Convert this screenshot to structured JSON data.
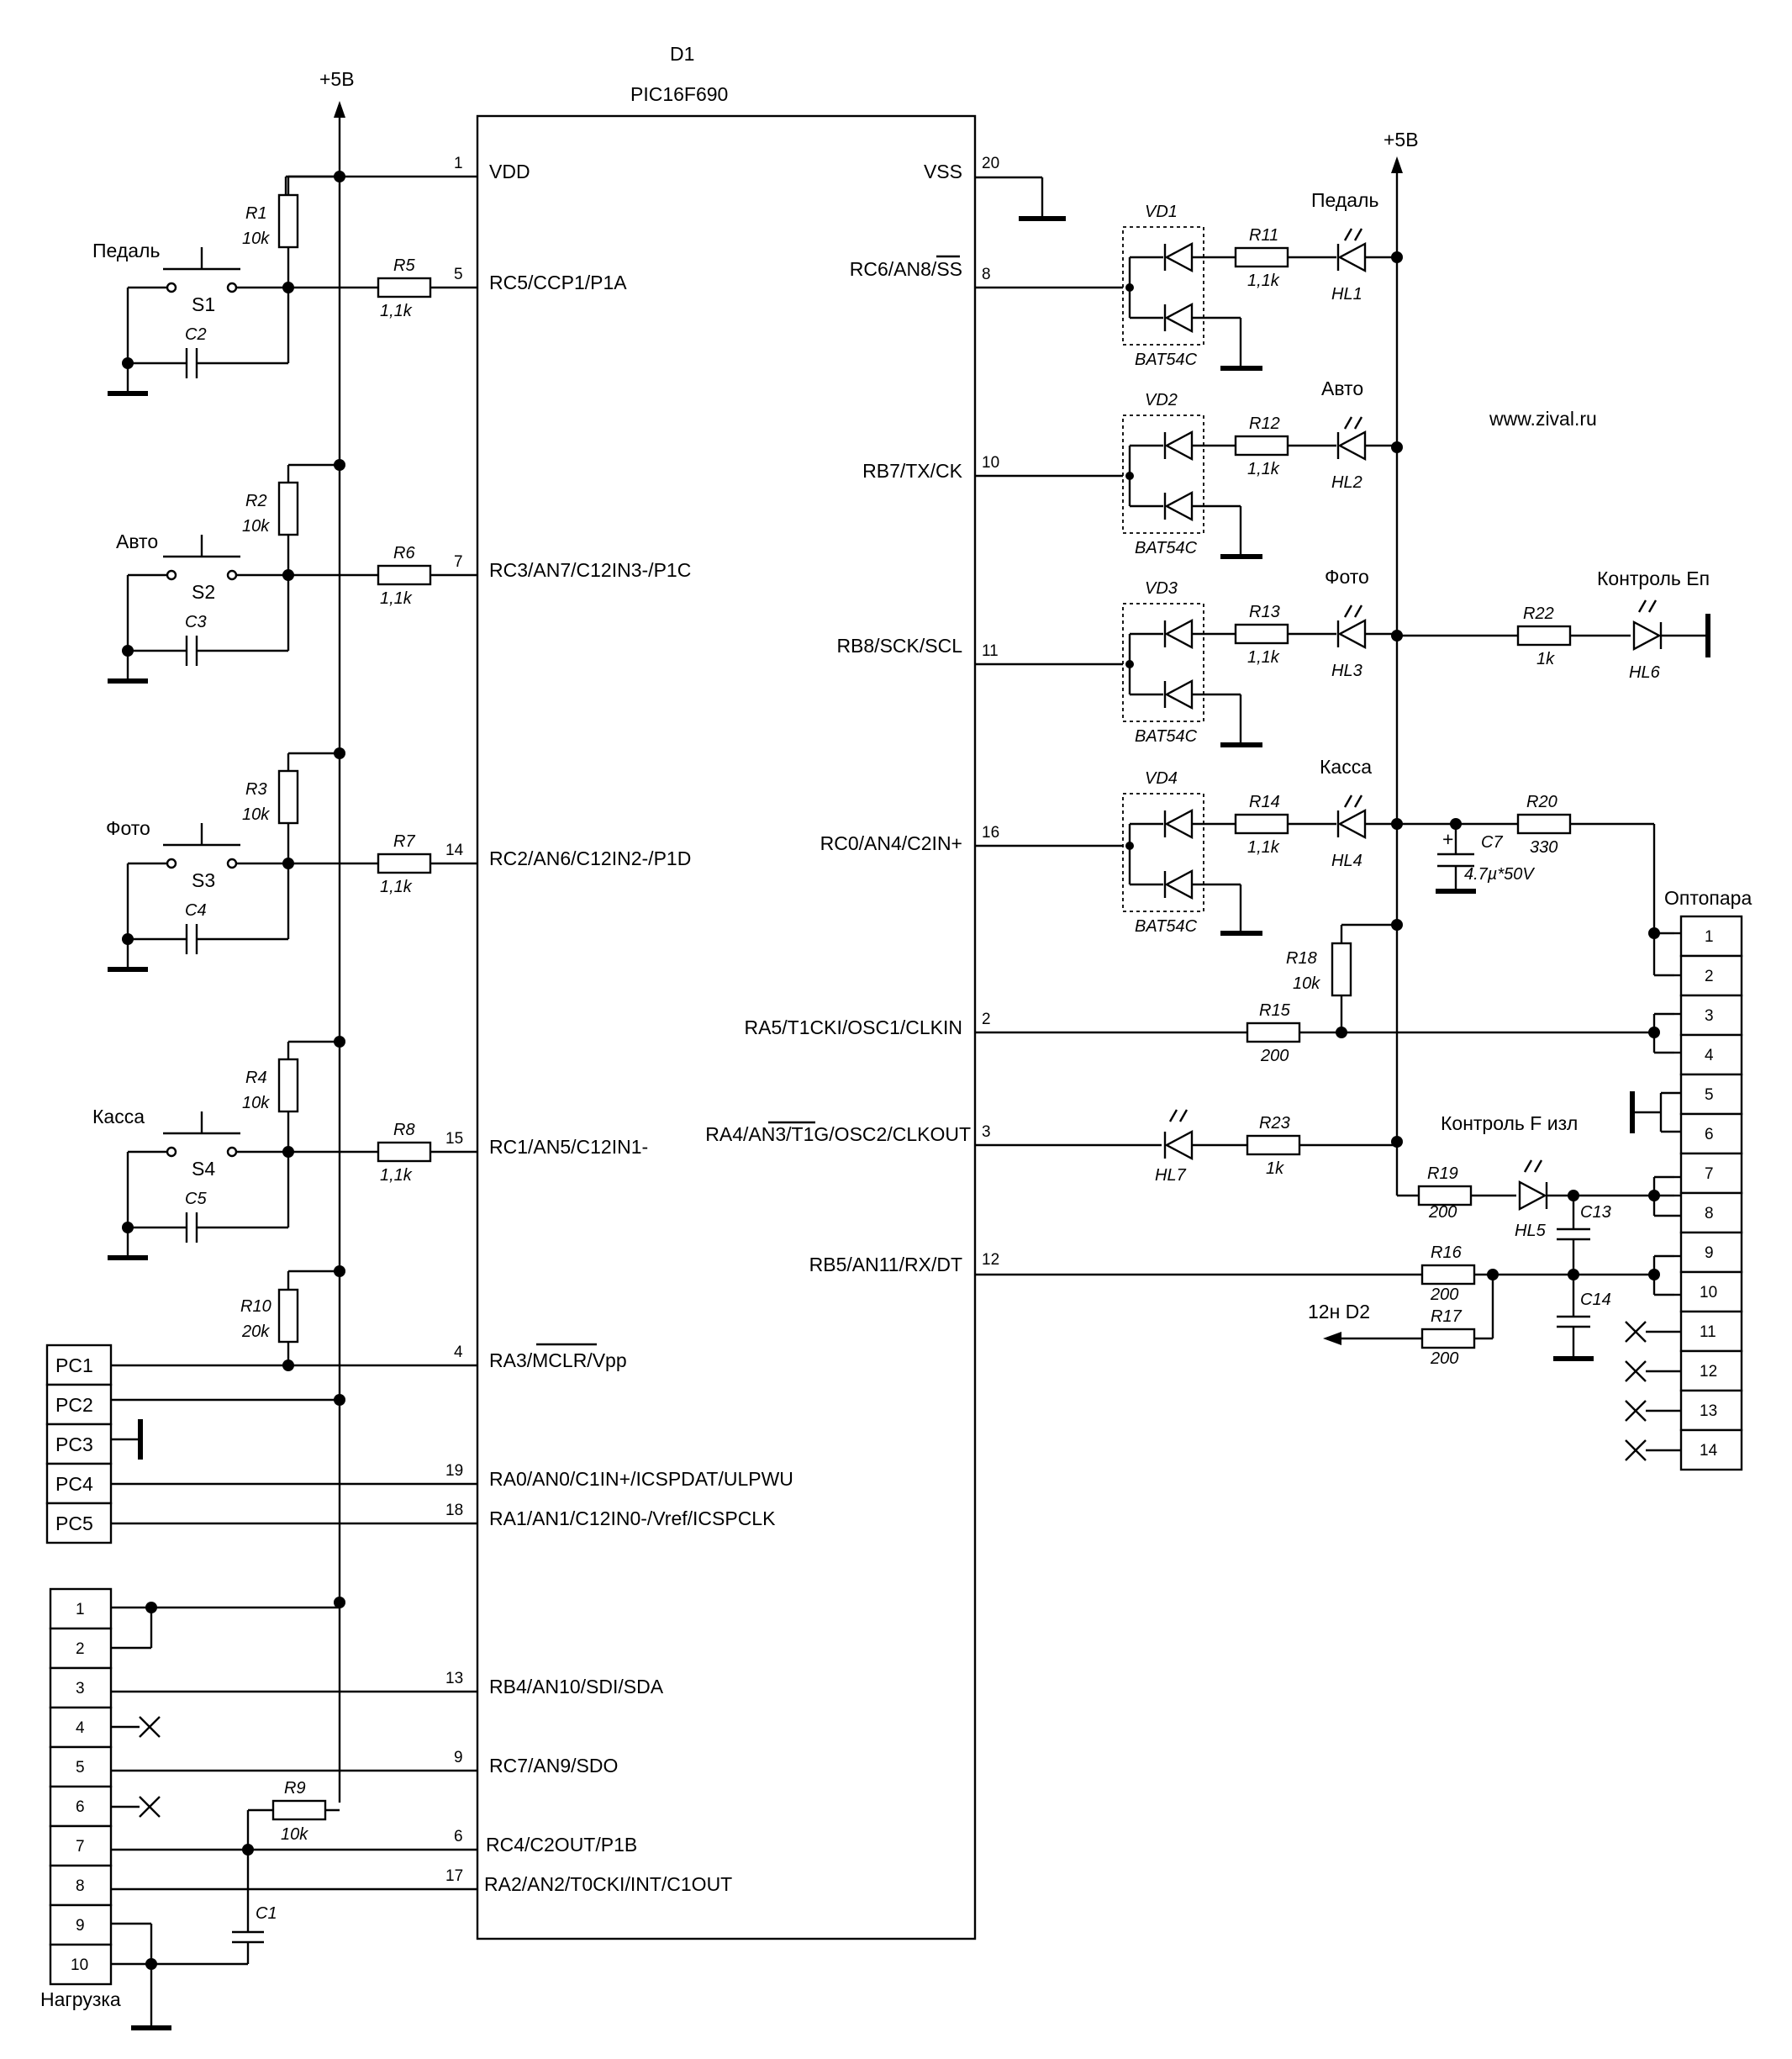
{
  "chip": {
    "ref": "D1",
    "part": "PIC16F690"
  },
  "left_pins": [
    {
      "num": "1",
      "label": "VDD"
    },
    {
      "num": "5",
      "label": "RC5/CCP1/P1A"
    },
    {
      "num": "7",
      "label": "RC3/AN7/C12IN3-/P1C"
    },
    {
      "num": "14",
      "label": "RC2/AN6/C12IN2-/P1D"
    },
    {
      "num": "15",
      "label": "RC1/AN5/C12IN1-"
    },
    {
      "num": "4",
      "label": "RA3/MCLR/Vpp"
    },
    {
      "num": "19",
      "label": "RA0/AN0/C1IN+/ICSPDAT/ULPWU"
    },
    {
      "num": "18",
      "label": "RA1/AN1/C12IN0-/Vref/ICSPCLK"
    },
    {
      "num": "13",
      "label": "RB4/AN10/SDI/SDA"
    },
    {
      "num": "9",
      "label": "RC7/AN9/SDO"
    },
    {
      "num": "6",
      "label": "RC4/C2OUT/P1B"
    },
    {
      "num": "17",
      "label": "RA2/AN2/T0CKI/INT/C1OUT"
    }
  ],
  "right_pins": [
    {
      "num": "20",
      "label": "VSS"
    },
    {
      "num": "8",
      "label": "RC6/AN8/SS"
    },
    {
      "num": "10",
      "label": "RB7/TX/CK"
    },
    {
      "num": "11",
      "label": "RB8/SCK/SCL"
    },
    {
      "num": "16",
      "label": "RC0/AN4/C2IN+"
    },
    {
      "num": "2",
      "label": "RA5/T1CKI/OSC1/CLKIN"
    },
    {
      "num": "3",
      "label": "RA4/AN3/T1G/OSC2/CLKOUT"
    },
    {
      "num": "12",
      "label": "RB5/AN11/RX/DT"
    }
  ],
  "supply": {
    "plus5_left": "+5В",
    "plus5_right": "+5В"
  },
  "buttons": [
    {
      "name": "Педаль",
      "switch": "S1",
      "cap": "C2",
      "pullup": "R1",
      "pullup_val": "10k",
      "series": "R5",
      "series_val": "1,1k"
    },
    {
      "name": "Авто",
      "switch": "S2",
      "cap": "C3",
      "pullup": "R2",
      "pullup_val": "10k",
      "series": "R6",
      "series_val": "1,1k"
    },
    {
      "name": "Фото",
      "switch": "S3",
      "cap": "C4",
      "pullup": "R3",
      "pullup_val": "10k",
      "series": "R7",
      "series_val": "1,1k"
    },
    {
      "name": "Касса",
      "switch": "S4",
      "cap": "C5",
      "pullup": "R4",
      "pullup_val": "10k",
      "series": "R8",
      "series_val": "1,1k"
    }
  ],
  "r10": {
    "ref": "R10",
    "val": "20k"
  },
  "r9": {
    "ref": "R9",
    "val": "10k"
  },
  "c1": {
    "ref": "C1"
  },
  "pc_connector": [
    "PC1",
    "PC2",
    "PC3",
    "PC4",
    "PC5"
  ],
  "load_connector": {
    "title": "Нагрузка",
    "pins": [
      "1",
      "2",
      "3",
      "4",
      "5",
      "6",
      "7",
      "8",
      "9",
      "10"
    ]
  },
  "indicators": [
    {
      "vd": "VD1",
      "diode": "BAT54C",
      "r": "R11",
      "r_val": "1,1k",
      "led": "HL1",
      "label": "Педаль"
    },
    {
      "vd": "VD2",
      "diode": "BAT54C",
      "r": "R12",
      "r_val": "1,1k",
      "led": "HL2",
      "label": "Авто"
    },
    {
      "vd": "VD3",
      "diode": "BAT54C",
      "r": "R13",
      "r_val": "1,1k",
      "led": "HL3",
      "label": "Фото"
    },
    {
      "vd": "VD4",
      "diode": "BAT54C",
      "r": "R14",
      "r_val": "1,1k",
      "led": "HL4",
      "label": "Касса"
    }
  ],
  "website": "www.zival.ru",
  "control_ep": {
    "label": "Контроль Еп",
    "r": "R22",
    "r_val": "1k",
    "led": "HL6"
  },
  "c7": {
    "ref": "C7",
    "val": "4.7µ*50V"
  },
  "r20": {
    "ref": "R20",
    "val": "330"
  },
  "r18": {
    "ref": "R18",
    "val": "10k"
  },
  "r15": {
    "ref": "R15",
    "val": "200"
  },
  "r23": {
    "ref": "R23",
    "val": "1k"
  },
  "hl7": "HL7",
  "control_f": {
    "label": "Контроль F изл",
    "r": "R19",
    "r_val": "200",
    "led": "HL5"
  },
  "c13": "C13",
  "c14": "C14",
  "r16": {
    "ref": "R16",
    "val": "200"
  },
  "r17": {
    "ref": "R17",
    "val": "200"
  },
  "d2_label": "12н D2",
  "opto": {
    "title": "Оптопара",
    "pins": [
      "1",
      "2",
      "3",
      "4",
      "5",
      "6",
      "7",
      "8",
      "9",
      "10",
      "11",
      "12",
      "13",
      "14"
    ]
  }
}
